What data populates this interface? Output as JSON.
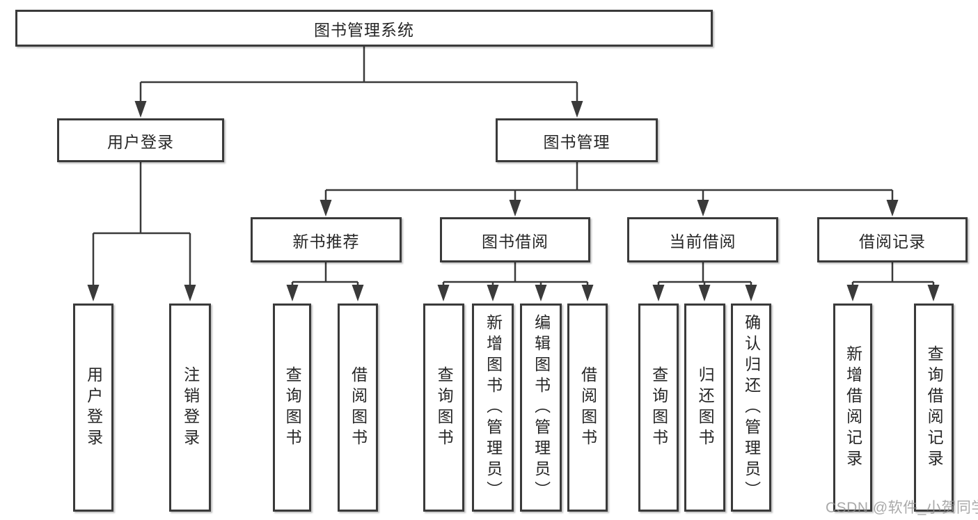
{
  "diagram": {
    "title": "图书管理系统",
    "branches": [
      {
        "label": "用户登录",
        "leaves": [
          {
            "label": "用户登录"
          },
          {
            "label": "注销登录"
          }
        ]
      },
      {
        "label": "图书管理",
        "groups": [
          {
            "label": "新书推荐",
            "leaves": [
              {
                "label": "查询图书"
              },
              {
                "label": "借阅图书"
              }
            ]
          },
          {
            "label": "图书借阅",
            "leaves": [
              {
                "label": "查询图书"
              },
              {
                "label": "新增图书（管理员）"
              },
              {
                "label": "编辑图书（管理员）"
              },
              {
                "label": "借阅图书"
              }
            ]
          },
          {
            "label": "当前借阅",
            "leaves": [
              {
                "label": "查询图书"
              },
              {
                "label": "归还图书"
              },
              {
                "label": "确认归还（管理员）"
              }
            ]
          },
          {
            "label": "借阅记录",
            "leaves": [
              {
                "label": "新增借阅记录"
              },
              {
                "label": "查询借阅记录"
              }
            ]
          }
        ]
      }
    ]
  },
  "watermark": {
    "text": "CSDN @软件_小贺同学"
  },
  "colors": {
    "line": "#3a3a3a",
    "box_border": "#3a3a3a",
    "box_fill": "#ffffff",
    "text": "#262626",
    "watermark_text": "#919191",
    "background": "#ffffff"
  }
}
